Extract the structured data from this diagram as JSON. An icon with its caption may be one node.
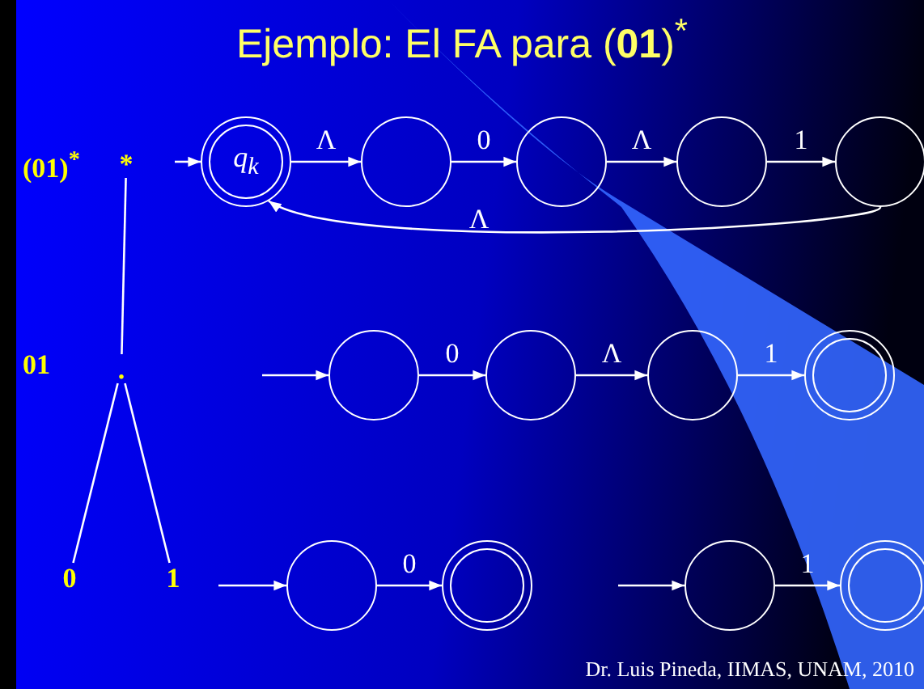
{
  "diagram": {
    "title": "Ejemplo: El FA para (**01**)$^{*}$",
    "nodes": [
      {
        "text": [
          "*"
        ]
      },
      {
        "text": [
          "."
        ]
      },
      {
        "text": [
          "0"
        ]
      },
      {
        "text": [
          "1"
        ]
      },
      {
        "text": [
          "q$_{k}$"
        ]
      },
      {
        "text": [],
        "shape": "circle"
      },
      {
        "text": [],
        "shape": "circle"
      },
      {
        "text": [],
        "shape": "circle"
      },
      {
        "text": [],
        "shape": "circle"
      },
      {
        "text": [],
        "shape": "circle"
      },
      {
        "text": [],
        "shape": "circle"
      },
      {
        "text": [],
        "shape": "circle"
      },
      {
        "text": [],
        "shape": "double-circle"
      },
      {
        "text": [],
        "shape": "circle"
      },
      {
        "text": [],
        "shape": "double-circle"
      },
      {
        "text": [],
        "shape": "circle"
      },
      {
        "text": [],
        "shape": "double-circle"
      }
    ],
    "edges": [
      {
        "from": 0,
        "to": 1,
        "arrow": "none"
      },
      {
        "from": 1,
        "to": 2,
        "arrow": "none"
      },
      {
        "from": 1,
        "to": 3,
        "arrow": "none"
      },
      {
        "from": null,
        "to": 4,
        "arrow": "to"
      },
      {
        "from": 4,
        "to": 5,
        "label": "Λ",
        "arrow": "to"
      },
      {
        "from": 5,
        "to": 6,
        "label": "0",
        "arrow": "to"
      },
      {
        "from": 6,
        "to": 7,
        "label": "Λ",
        "arrow": "to"
      },
      {
        "from": 7,
        "to": 8,
        "label": "1",
        "arrow": "to"
      },
      {
        "from": 8,
        "to": 4,
        "label": "Λ",
        "arrow": "to"
      },
      {
        "from": null,
        "to": 9,
        "arrow": "to"
      },
      {
        "from": 9,
        "to": 10,
        "label": "0",
        "arrow": "to"
      },
      {
        "from": 10,
        "to": 11,
        "label": "Λ",
        "arrow": "to"
      },
      {
        "from": 11,
        "to": 12,
        "label": "1",
        "arrow": "to"
      },
      {
        "from": null,
        "to": 13,
        "arrow": "to"
      },
      {
        "from": 13,
        "to": 14,
        "label": "0",
        "arrow": "to"
      },
      {
        "from": null,
        "to": 15,
        "arrow": "to"
      },
      {
        "from": 15,
        "to": 16,
        "label": "1",
        "arrow": "to"
      }
    ],
    "labels": [
      "(01)$^{*}$",
      "01",
      "Dr. Luis Pineda, IIMAS, UNAM, 2010"
    ]
  }
}
